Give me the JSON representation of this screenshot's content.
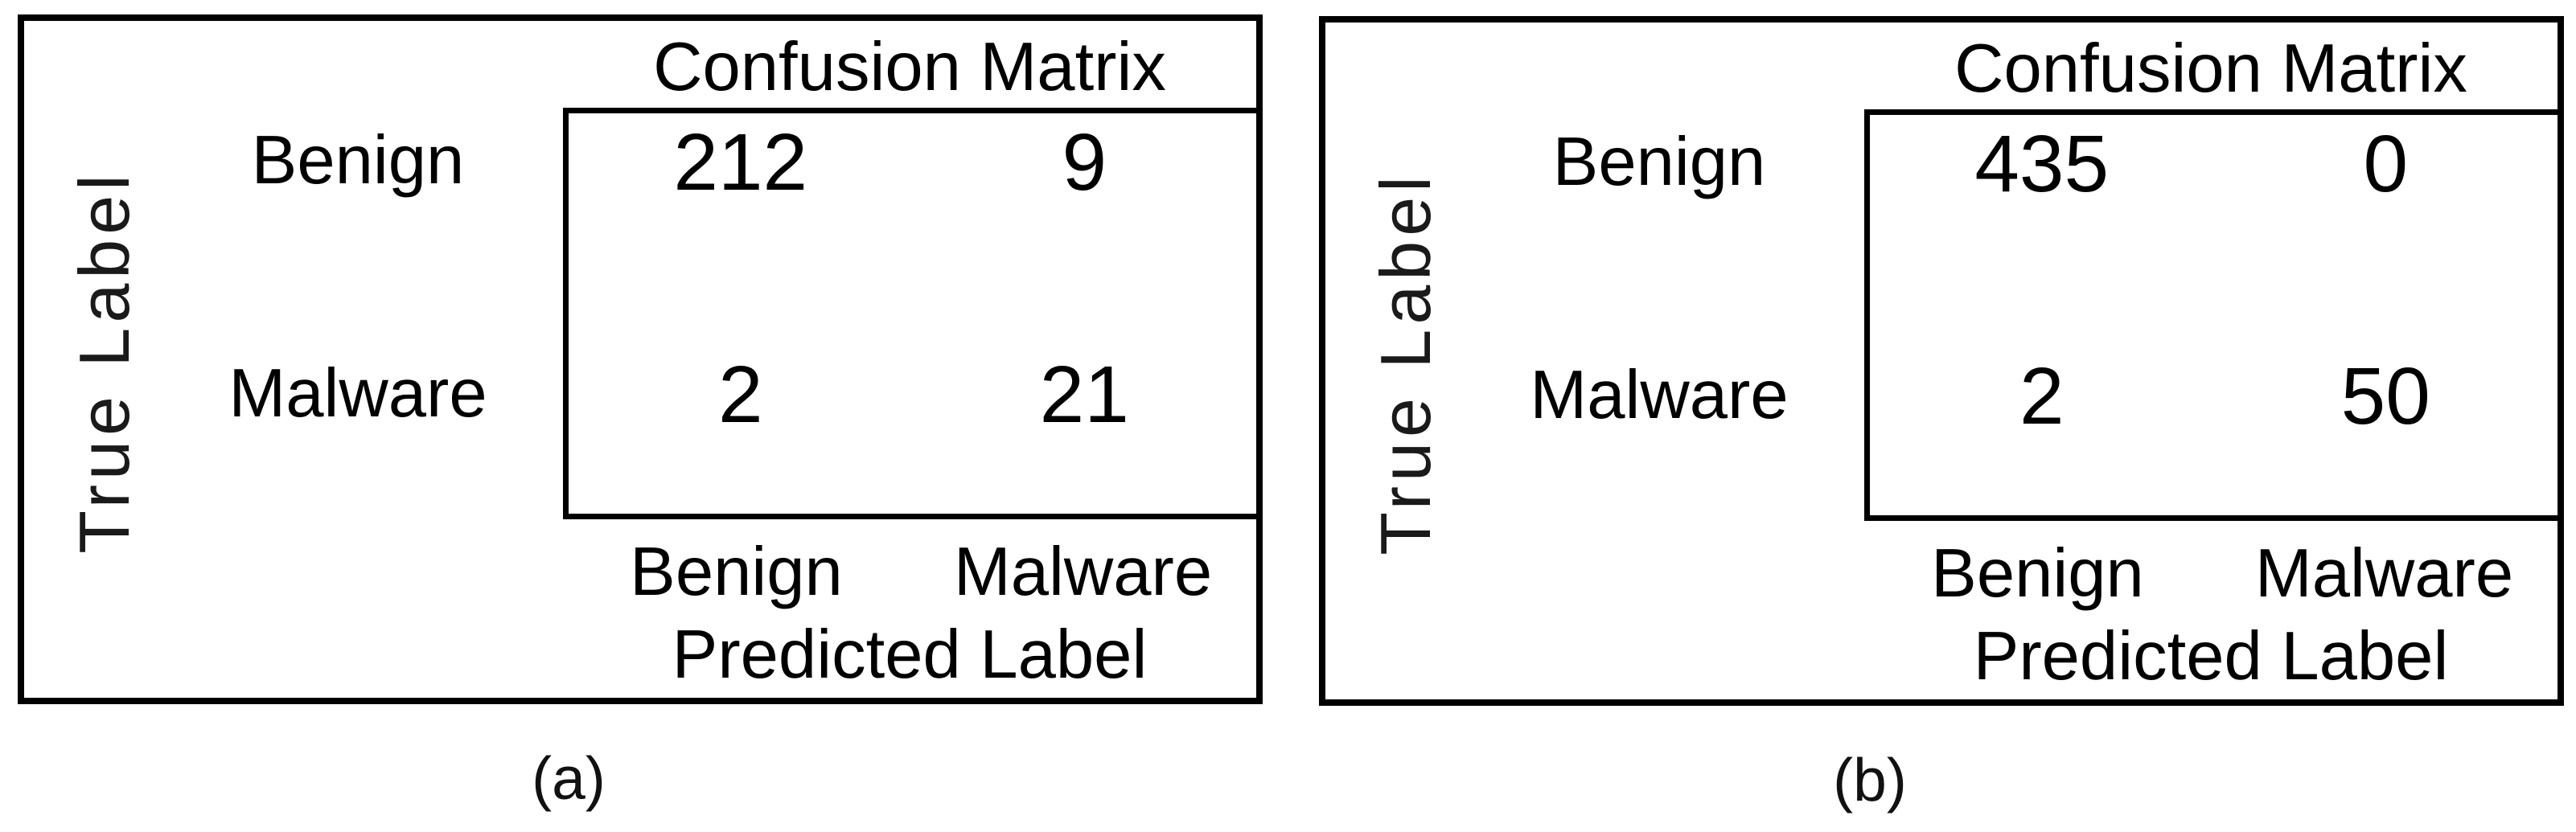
{
  "chart_data": [
    {
      "type": "heatmap",
      "panel_caption": "(a)",
      "title": "Confusion Matrix",
      "xlabel": "Predicted Label",
      "ylabel": "True Label",
      "x_categories": [
        "Benign",
        "Malware"
      ],
      "y_categories": [
        "Benign",
        "Malware"
      ],
      "values": [
        [
          212,
          9
        ],
        [
          2,
          21
        ]
      ],
      "legend": "none",
      "grid": "off",
      "cell_fill": "none"
    },
    {
      "type": "heatmap",
      "panel_caption": "(b)",
      "title": "Confusion Matrix",
      "xlabel": "Predicted Label",
      "ylabel": "True Label",
      "x_categories": [
        "Benign",
        "Malware"
      ],
      "y_categories": [
        "Benign",
        "Malware"
      ],
      "values": [
        [
          435,
          0
        ],
        [
          2,
          50
        ]
      ],
      "legend": "none",
      "grid": "off",
      "cell_fill": "none"
    }
  ],
  "colors": {
    "text": "#000000",
    "border": "#000000",
    "axis_text": "#1a1a1a",
    "background": "#ffffff"
  }
}
